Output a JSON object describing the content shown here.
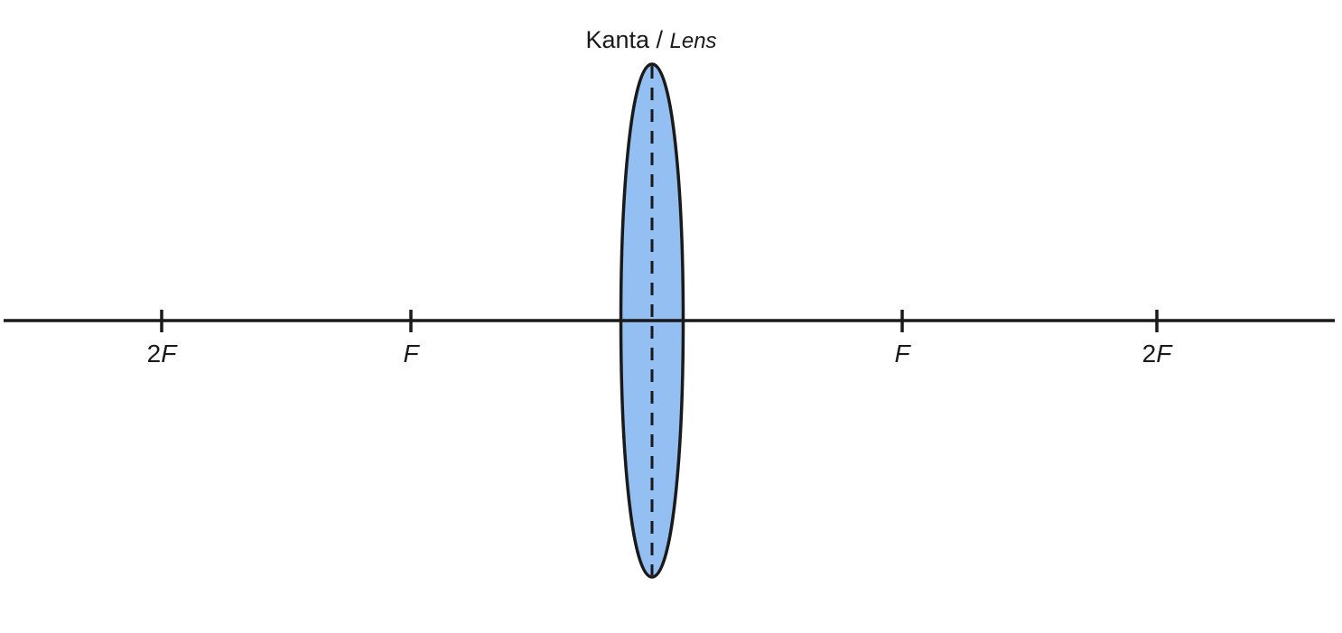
{
  "title": {
    "main": "Kanta",
    "separator": " / ",
    "translation": "Lens"
  },
  "points": [
    {
      "id": "2f-left",
      "multiplier": "2",
      "symbol": "F"
    },
    {
      "id": "f-left",
      "multiplier": "",
      "symbol": "F"
    },
    {
      "id": "f-right",
      "multiplier": "",
      "symbol": "F"
    },
    {
      "id": "2f-right",
      "multiplier": "2",
      "symbol": "F"
    }
  ],
  "colors": {
    "lens_fill": "#93bff2",
    "stroke": "#1a1a1a",
    "background": "#ffffff"
  }
}
